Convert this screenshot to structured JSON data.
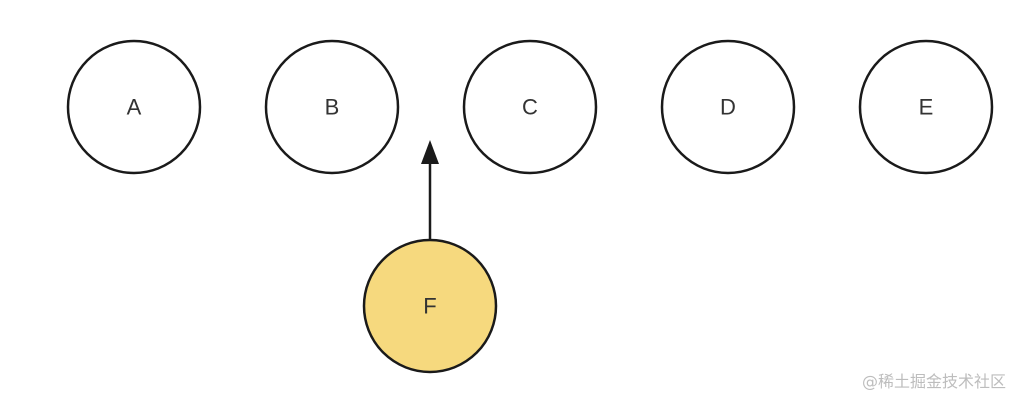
{
  "diagram": {
    "nodes": [
      {
        "id": "A",
        "label": "A",
        "fill": "#ffffff"
      },
      {
        "id": "B",
        "label": "B",
        "fill": "#ffffff"
      },
      {
        "id": "C",
        "label": "C",
        "fill": "#ffffff"
      },
      {
        "id": "D",
        "label": "D",
        "fill": "#ffffff"
      },
      {
        "id": "E",
        "label": "E",
        "fill": "#ffffff"
      },
      {
        "id": "F",
        "label": "F",
        "fill": "#f6d97e"
      }
    ],
    "arrow": {
      "from": "F",
      "to": "between-B-and-C"
    },
    "colors": {
      "stroke": "#1a1a1a",
      "highlight": "#f6d97e",
      "text": "#333333"
    }
  },
  "watermark": "@稀土掘金技术社区"
}
